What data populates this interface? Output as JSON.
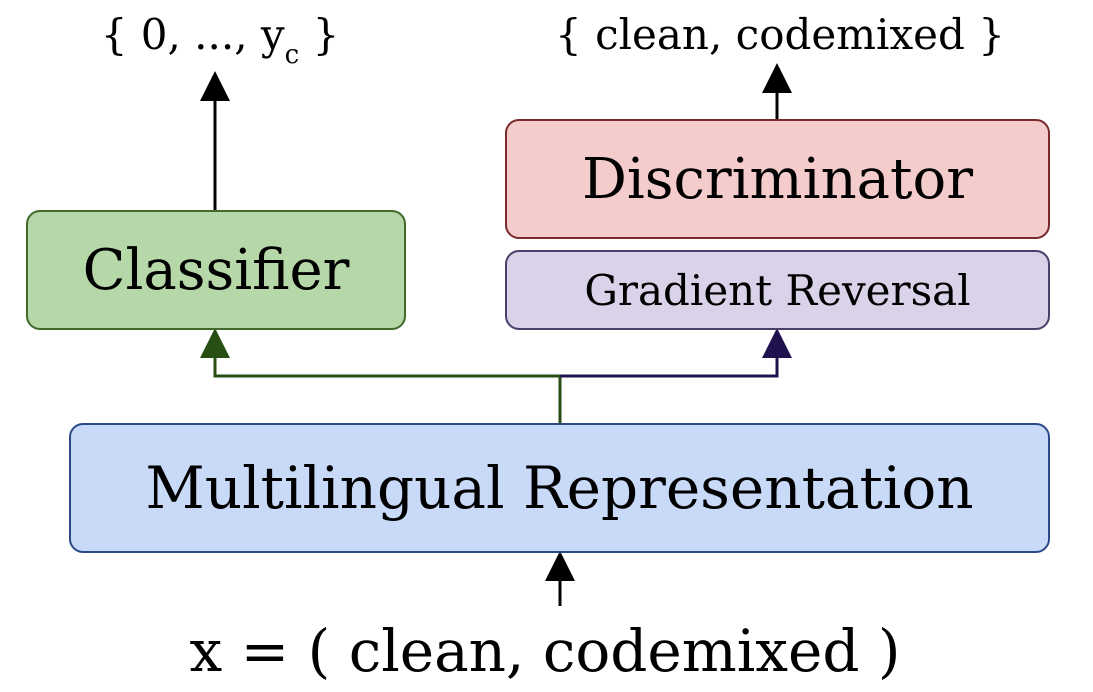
{
  "colors": {
    "classifier_fill": "#b6d7a8",
    "discriminator_fill": "#f4cccc",
    "gradient_reversal_fill": "#d9d2e9",
    "representation_fill": "#c9daf8",
    "classifier_arrow": "#274e13",
    "discriminator_arrow": "#20124d"
  },
  "boxes": {
    "classifier": "Classifier",
    "discriminator": "Discriminator",
    "gradient_reversal": "Gradient Reversal",
    "representation": "Multilingual Representation"
  },
  "outputs": {
    "classifier_output_main": "{ 0, ..., y",
    "classifier_output_sub": "c",
    "classifier_output_close": " }",
    "discriminator_output": "{ clean, codemixed }"
  },
  "input": {
    "label": "x = ( clean, codemixed )"
  }
}
